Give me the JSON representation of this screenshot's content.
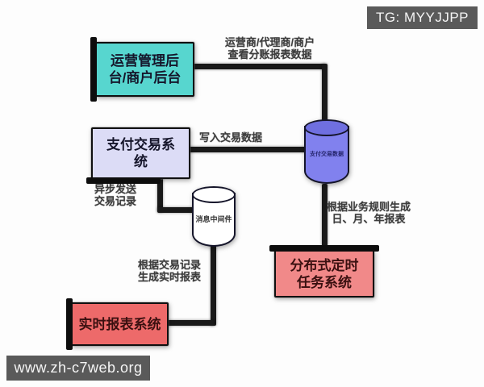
{
  "watermarks": {
    "tg_badge": "TG: MYYJJPP",
    "site_badge": "www.zh-c7web.org"
  },
  "nodes": {
    "ops_backend": {
      "label": "运营管理后\n台/商户后台",
      "fill": "#57d6cf"
    },
    "payment_system": {
      "label": "支付交易系\n统",
      "fill": "#dcdcf6"
    },
    "txn_database": {
      "label": "支付交易数据",
      "fill": "#8181ee"
    },
    "message_queue": {
      "label": "消息中间件",
      "fill": "#ffffff"
    },
    "scheduler": {
      "label": "分布式定时\n任务系统",
      "fill": "#f18989"
    },
    "realtime_report": {
      "label": "实时报表系统",
      "fill": "#ed6a6a"
    }
  },
  "edge_labels": {
    "view_reports": "运营商/代理商/商户\n查看分账报表数据",
    "write_txn": "写入交易数据",
    "async_send": "异步发送\n交易记录",
    "gen_periodic": "根据业务规则生成\n日、月、年报表",
    "gen_realtime": "根据交易记录\n生成实时报表"
  },
  "colors": {
    "badge_bg": "#5a5a5a",
    "connector": "#191919",
    "edge_label_text": "#3d3d3d",
    "box_border": "#101010"
  }
}
